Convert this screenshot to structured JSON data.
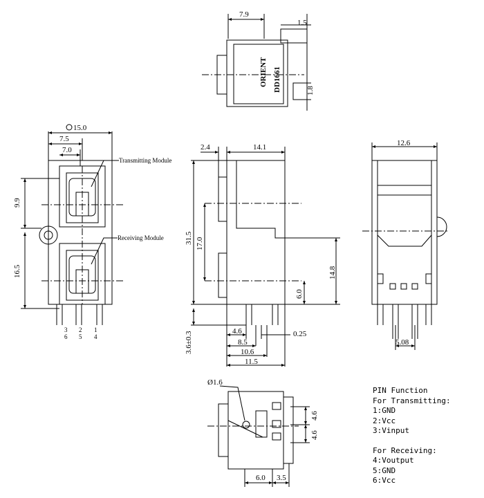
{
  "top_view": {
    "dim_width": "7.9",
    "dim_tab": "1.5",
    "dim_side": "1.8",
    "stamp_logo": "ORIENT",
    "stamp_code": "DD1661"
  },
  "front_view": {
    "dim_overall_width": "15.0",
    "dim_7_5": "7.5",
    "dim_7_0": "7.0",
    "dim_9_9": "9.9",
    "dim_16_5": "16.5",
    "transmitting_label": "Transmitting Module",
    "receiving_label": "Receiving Module",
    "pin_labels": [
      "3",
      "2",
      "1",
      "6",
      "5",
      "4"
    ]
  },
  "side_view": {
    "dim_2_4": "2.4",
    "dim_14_1": "14.1",
    "dim_31_5": "31.5",
    "dim_17_0": "17.0",
    "dim_14_8": "14.8",
    "dim_6_0": "6.0",
    "dim_3_6": "3.6±0.3",
    "dim_4_6": "4.6",
    "dim_8_5": "8.5",
    "dim_10_6": "10.6",
    "dim_11_5": "11.5",
    "dim_0_25": "0.25"
  },
  "rear_view": {
    "dim_12_6": "12.6",
    "dim_5_08": "5.08"
  },
  "bottom_view": {
    "dim_hole": "Ø1.6",
    "dim_4_6_a": "4.6",
    "dim_4_6_b": "4.6",
    "dim_6_0": "6.0",
    "dim_3_5": "3.5"
  },
  "pin_function": {
    "title": "PIN Function",
    "tx_header": "For Transmitting:",
    "tx": [
      "1:GND",
      "2:Vcc",
      "3:Vinput"
    ],
    "rx_header": "For Receiving:",
    "rx": [
      "4:Voutput",
      "5:GND",
      "6:Vcc"
    ]
  }
}
